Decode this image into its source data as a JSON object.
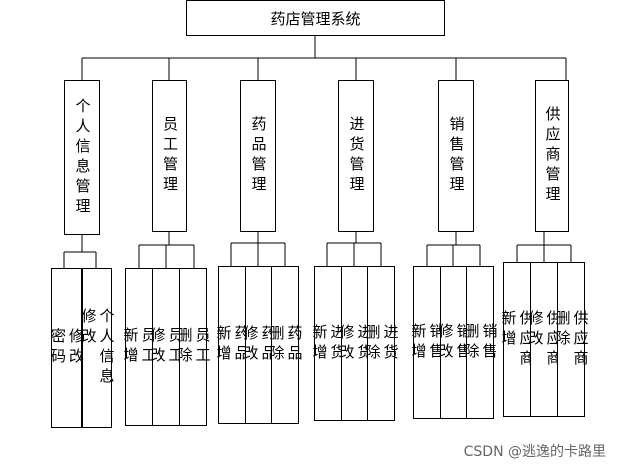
{
  "root": {
    "label": "药店管理系统"
  },
  "modules": [
    {
      "label": "个人信息管理",
      "children": [
        {
          "label": "修改密码",
          "lines": [
            "修改",
            "密码"
          ]
        },
        {
          "label": "个人信息修改",
          "lines": [
            "个人信息",
            "修改"
          ]
        }
      ]
    },
    {
      "label": "员工管理",
      "children": [
        {
          "label": "员工新增",
          "lines": [
            "员工",
            "新增"
          ]
        },
        {
          "label": "员工修改",
          "lines": [
            "员工",
            "修改"
          ]
        },
        {
          "label": "员工删除",
          "lines": [
            "员工",
            "删除"
          ]
        }
      ]
    },
    {
      "label": "药品管理",
      "children": [
        {
          "label": "药品新增",
          "lines": [
            "药品",
            "新增"
          ]
        },
        {
          "label": "药品修改",
          "lines": [
            "药品",
            "修改"
          ]
        },
        {
          "label": "药品删除",
          "lines": [
            "药品",
            "删除"
          ]
        }
      ]
    },
    {
      "label": "进货管理",
      "children": [
        {
          "label": "进货新增",
          "lines": [
            "进货",
            "新增"
          ]
        },
        {
          "label": "进货修改",
          "lines": [
            "进货",
            "修改"
          ]
        },
        {
          "label": "进货删除",
          "lines": [
            "进货",
            "删除"
          ]
        }
      ]
    },
    {
      "label": "销售管理",
      "children": [
        {
          "label": "销售新增",
          "lines": [
            "销售",
            "新增"
          ]
        },
        {
          "label": "销售修改",
          "lines": [
            "销售",
            "修改"
          ]
        },
        {
          "label": "销售删除",
          "lines": [
            "销售",
            "删除"
          ]
        }
      ]
    },
    {
      "label": "供应商管理",
      "children": [
        {
          "label": "供应商新增",
          "lines": [
            "供应商",
            "新增"
          ]
        },
        {
          "label": "供应商修改",
          "lines": [
            "供应商",
            "修改"
          ]
        },
        {
          "label": "供应商删除",
          "lines": [
            "供应商",
            "删除"
          ]
        }
      ]
    }
  ],
  "watermark": "CSDN @逃逸的卡路里"
}
